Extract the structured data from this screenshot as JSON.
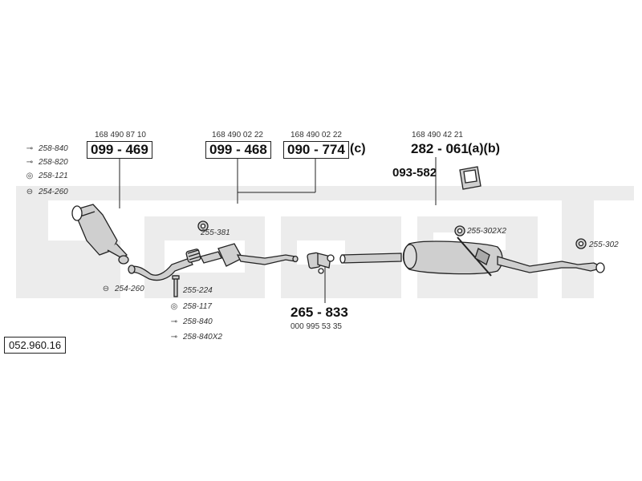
{
  "colors": {
    "watermark": "#ececec",
    "line": "#222222",
    "part_fill": "#cfcfcf"
  },
  "diagram_id": "052.960.16",
  "parts": {
    "p1": {
      "oem": "168 490 87 10",
      "number": "099 - 469"
    },
    "p2": {
      "oem": "168 490 02 22",
      "number": "099 - 468"
    },
    "p3": {
      "oem": "168 490 02 22",
      "number": "090 - 774",
      "suffix": "(c)"
    },
    "p4": {
      "oem": "168 490 42 21",
      "number": "282 - 061",
      "suffix": "(a)(b)"
    },
    "p5": {
      "number": "093-582"
    },
    "p6": {
      "number": "265 - 833",
      "oem": "000 995 53 35"
    }
  },
  "accessories": {
    "left": [
      "258-840",
      "258-820",
      "258-121",
      "254-260"
    ],
    "catalyst_bottom": "254-260",
    "middle_top": "255-381",
    "middle_bottom": [
      "255-224",
      "258-117",
      "258-840",
      "258-840X2"
    ],
    "rear_mid": "255-302X2",
    "rear_end": "255-302"
  },
  "icons": {
    "bolt": "bolt-icon",
    "washer": "washer-icon",
    "ring": "ring-icon",
    "gasket": "gasket-icon",
    "hanger": "hanger-icon",
    "clamp": "clamp-icon",
    "bracket": "bracket-icon"
  }
}
